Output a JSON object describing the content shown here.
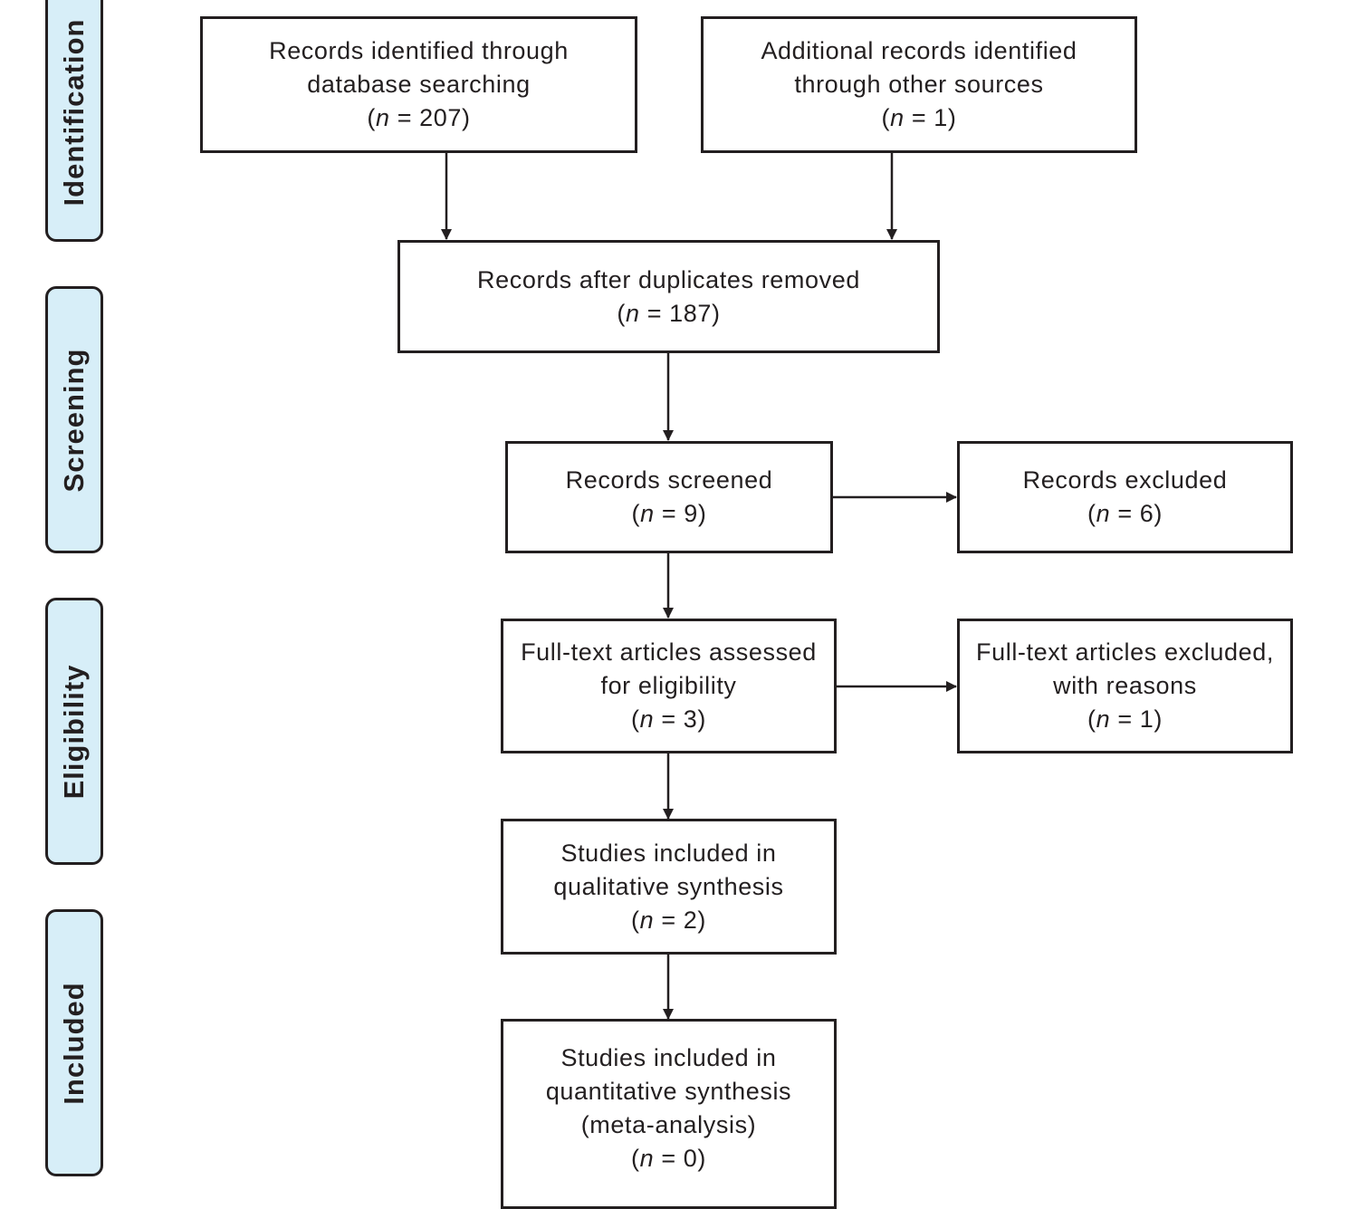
{
  "phases": {
    "identification": "Identification",
    "screening": "Screening",
    "eligibility": "Eligibility",
    "included": "Included"
  },
  "boxes": {
    "database": {
      "lines": [
        "Records identified through",
        "database searching"
      ],
      "n_var": "n",
      "n_value": " = 207)"
    },
    "other_sources": {
      "lines": [
        "Additional records identified",
        "through other sources"
      ],
      "n_var": "n",
      "n_value": " = 1)"
    },
    "duplicates_removed": {
      "lines": [
        "Records after duplicates removed"
      ],
      "n_var": "n",
      "n_value": " = 187)"
    },
    "screened": {
      "lines": [
        "Records screened"
      ],
      "n_var": "n",
      "n_value": " = 9)"
    },
    "excluded": {
      "lines": [
        "Records excluded"
      ],
      "n_var": "n",
      "n_value": " = 6)"
    },
    "fulltext_assessed": {
      "lines": [
        "Full-text articles assessed",
        "for eligibility"
      ],
      "n_var": "n",
      "n_value": " = 3)"
    },
    "fulltext_excluded": {
      "lines": [
        "Full-text articles excluded,",
        "with reasons"
      ],
      "n_var": "n",
      "n_value": " = 1)"
    },
    "qualitative": {
      "lines": [
        "Studies included in",
        "qualitative synthesis"
      ],
      "n_var": "n",
      "n_value": " = 2)"
    },
    "quantitative": {
      "lines": [
        "Studies included in",
        "quantitative synthesis",
        "(meta-analysis)"
      ],
      "n_var": "n",
      "n_value": " = 0)"
    }
  },
  "open_paren": "(",
  "colors": {
    "stroke": "#231f20",
    "phase_fill": "#d7eef8",
    "background": "#ffffff"
  }
}
